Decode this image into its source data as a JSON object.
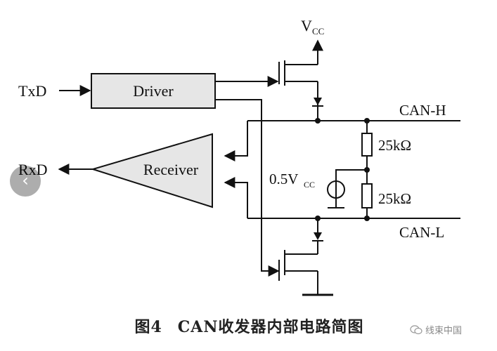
{
  "diagram": {
    "labels": {
      "vcc_main": "V",
      "vcc_main_sub": "CC",
      "txd": "TxD",
      "driver": "Driver",
      "rxd": "RxD",
      "receiver": "Receiver",
      "can_h": "CAN-H",
      "can_l": "CAN-L",
      "r_top": "25kΩ",
      "r_bottom": "25kΩ",
      "half_vcc": "0.5V",
      "half_vcc_sub": "CC"
    }
  },
  "caption": {
    "figure": "图4",
    "title": "CAN收发器内部电路简图"
  },
  "watermark": {
    "icon": "wechat-icon",
    "text": "线束中国"
  },
  "nav": {
    "prev_icon": "chevron-left-icon",
    "glyph": "‹"
  }
}
